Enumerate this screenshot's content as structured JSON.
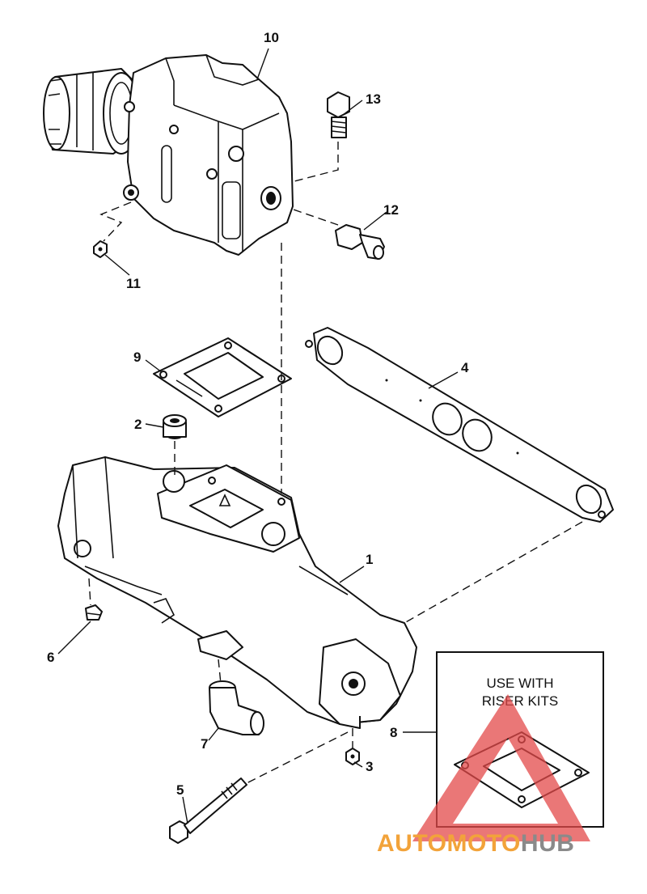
{
  "diagram": {
    "callouts": [
      {
        "id": "1",
        "text": "1"
      },
      {
        "id": "2",
        "text": "2"
      },
      {
        "id": "3",
        "text": "3"
      },
      {
        "id": "4",
        "text": "4"
      },
      {
        "id": "5",
        "text": "5"
      },
      {
        "id": "6",
        "text": "6"
      },
      {
        "id": "7",
        "text": "7"
      },
      {
        "id": "8",
        "text": "8"
      },
      {
        "id": "9",
        "text": "9"
      },
      {
        "id": "10",
        "text": "10"
      },
      {
        "id": "11",
        "text": "11"
      },
      {
        "id": "12",
        "text": "12"
      },
      {
        "id": "13",
        "text": "13"
      }
    ],
    "note_box": {
      "line1": "USE WITH",
      "line2": "RISER KITS"
    }
  },
  "watermark": {
    "part1": "AUTOMOTO",
    "part2": "HUB",
    "color_part1": "#f2a33a",
    "color_part2": "#8a8a8a",
    "logo_color": "#e34a4a"
  }
}
